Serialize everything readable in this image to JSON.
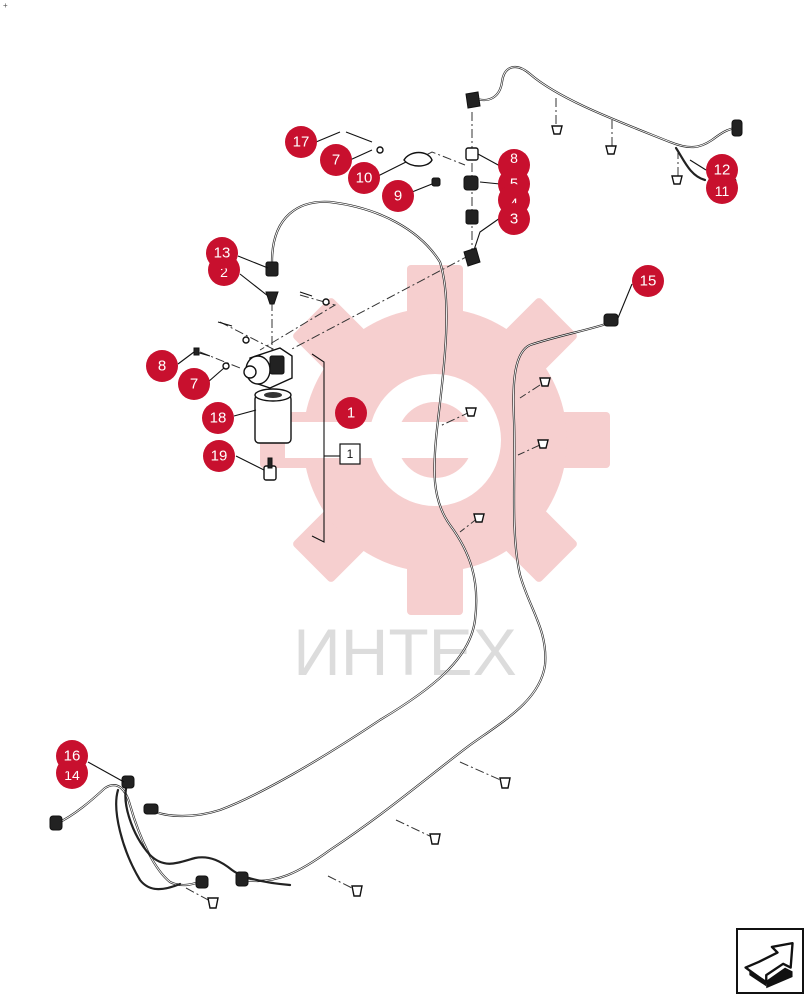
{
  "diagram": {
    "watermark_text": "ИНТЕХ",
    "colors": {
      "callout": "#c8102e",
      "callout_text": "#ffffff",
      "line": "#222222",
      "watermark_gear": "#f6cfcf",
      "watermark_text": "#dcdcdc"
    },
    "corner_mark": "+",
    "reference_box": "1",
    "callouts": [
      "17",
      "7",
      "10",
      "9",
      "8",
      "5",
      "4",
      "3",
      "12",
      "11",
      "13",
      "2",
      "8",
      "7",
      "18",
      "19",
      "1",
      "15",
      "16",
      "14"
    ]
  },
  "navigation": {
    "next_icon": "next-page-arrow-icon"
  }
}
